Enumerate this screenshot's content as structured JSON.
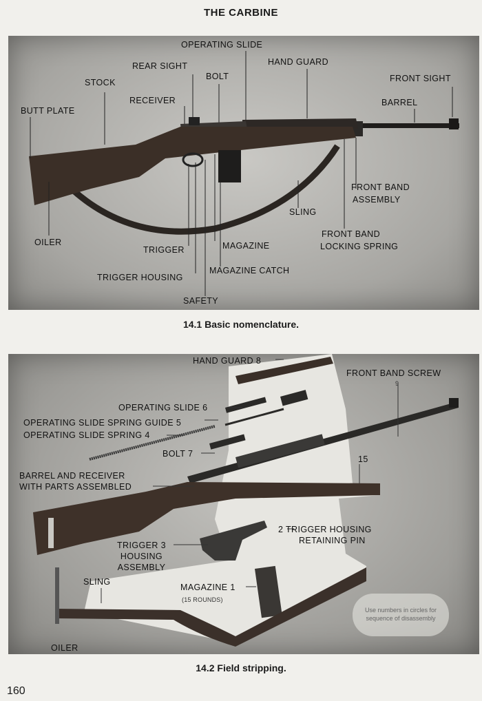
{
  "page": {
    "header": "THE CARBINE",
    "page_number": "160"
  },
  "figure1": {
    "caption": "14.1 Basic nomenclature.",
    "labels": {
      "operating_slide": "OPERATING SLIDE",
      "rear_sight": "REAR SIGHT",
      "hand_guard": "HAND GUARD",
      "bolt": "BOLT",
      "stock": "STOCK",
      "front_sight": "FRONT SIGHT",
      "receiver": "RECEIVER",
      "barrel": "BARREL",
      "butt_plate": "BUTT PLATE",
      "front_band_assembly_1": "FRONT BAND",
      "front_band_assembly_2": "ASSEMBLY",
      "sling": "SLING",
      "oiler": "OILER",
      "front_band_locking_spring_1": "FRONT BAND",
      "front_band_locking_spring_2": "LOCKING SPRING",
      "trigger": "TRIGGER",
      "magazine": "MAGAZINE",
      "magazine_catch": "MAGAZINE CATCH",
      "trigger_housing": "TRIGGER HOUSING",
      "safety": "SAFETY"
    }
  },
  "figure2": {
    "caption": "14.2 Field stripping.",
    "labels": {
      "hand_guard": "HAND GUARD",
      "hand_guard_num": "8",
      "front_band_screw": "FRONT BAND SCREW",
      "front_band_screw_num": "9",
      "operating_slide": "OPERATING SLIDE",
      "operating_slide_num": "6",
      "operating_slide_spring_guide": "OPERATING SLIDE SPRING GUIDE",
      "operating_slide_spring_guide_num": "5",
      "operating_slide_spring": "OPERATING SLIDE SPRING",
      "operating_slide_spring_num": "4",
      "bolt": "BOLT",
      "bolt_num": "7",
      "dimension": "15",
      "barrel_and_receiver_1": "BARREL AND RECEIVER",
      "barrel_and_receiver_2": "WITH PARTS ASSEMBLED",
      "trigger_housing_retaining_pin_1": "TRIGGER HOUSING",
      "trigger_housing_retaining_pin_2": "RETAINING PIN",
      "trigger_housing_retaining_pin_num": "2",
      "trigger_housing_assembly_1": "TRIGGER",
      "trigger_housing_assembly_2": "HOUSING",
      "trigger_housing_assembly_3": "ASSEMBLY",
      "trigger_housing_assembly_num": "3",
      "sling": "SLING",
      "magazine": "MAGAZINE",
      "magazine_num": "1",
      "magazine_rounds": "(15 ROUNDS)",
      "oiler": "OILER",
      "note_1": "Use numbers in circles for",
      "note_2": "sequence of disassembly"
    }
  }
}
